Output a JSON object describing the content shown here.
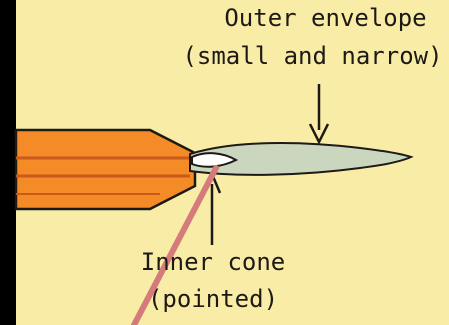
{
  "labels": {
    "outer_line1": "Outer envelope",
    "outer_line2": "(small and narrow)",
    "inner_line1": "Inner cone",
    "inner_line2": "(pointed)"
  },
  "colors": {
    "background": "#f9eca6",
    "pencil_body": "#f58b26",
    "pencil_dark": "#c9591c",
    "flame_outer": "#cbd6bf",
    "outline": "#1d1a16",
    "pointer": "#d57b7b"
  }
}
